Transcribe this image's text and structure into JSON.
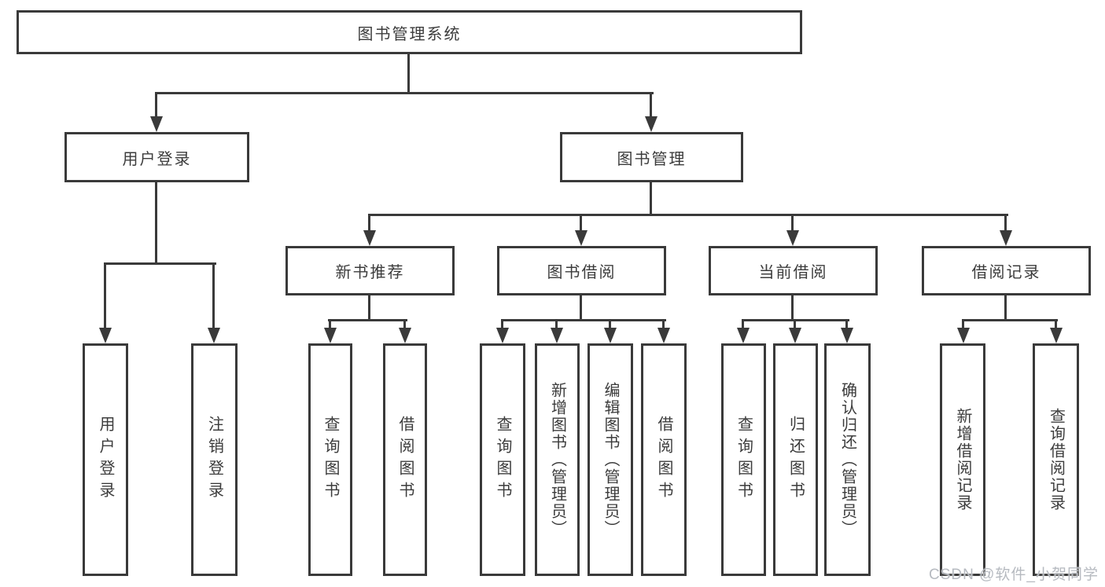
{
  "diagram_title": "图书管理系统",
  "watermark": "CSDN @软件_小贺同学",
  "colors": {
    "line": "#3a3a3a",
    "text": "#3c3c3c",
    "watermark": "#b6bac0",
    "background": "#ffffff"
  },
  "tree": {
    "label": "图书管理系统",
    "children": [
      {
        "label": "用户登录",
        "children": [
          {
            "label": "用户登录"
          },
          {
            "label": "注销登录"
          }
        ]
      },
      {
        "label": "图书管理",
        "children": [
          {
            "label": "新书推荐",
            "children": [
              {
                "label": "查询图书"
              },
              {
                "label": "借阅图书"
              }
            ]
          },
          {
            "label": "图书借阅",
            "children": [
              {
                "label": "查询图书"
              },
              {
                "label": "新增图书（管理员）"
              },
              {
                "label": "编辑图书（管理员）"
              },
              {
                "label": "借阅图书"
              }
            ]
          },
          {
            "label": "当前借阅",
            "children": [
              {
                "label": "查询图书"
              },
              {
                "label": "归还图书"
              },
              {
                "label": "确认归还（管理员）"
              }
            ]
          },
          {
            "label": "借阅记录",
            "children": [
              {
                "label": "新增借阅记录"
              },
              {
                "label": "查询借阅记录"
              }
            ]
          }
        ]
      }
    ]
  }
}
